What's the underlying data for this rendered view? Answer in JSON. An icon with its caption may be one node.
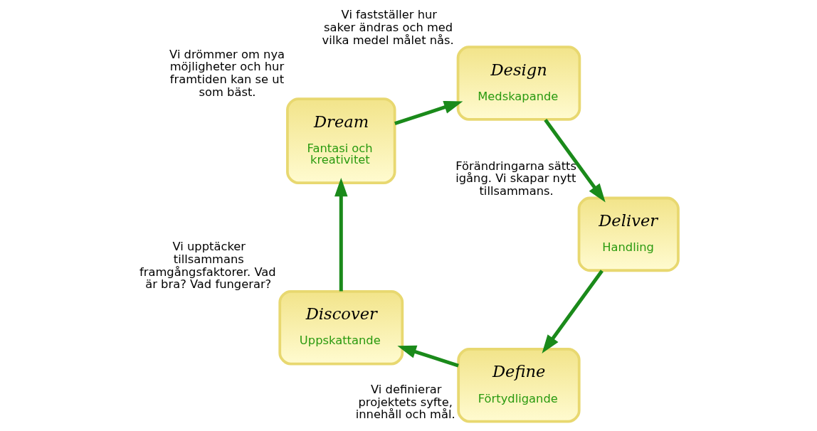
{
  "diagram": {
    "nodes": [
      {
        "text": [
          "Define",
          "Förtydligande"
        ],
        "beside": [
          "Vi definierar projektets syfte, innehåll och mål."
        ]
      },
      {
        "text": [
          "Discover",
          "Uppskattande"
        ],
        "beside": [
          "Vi upptäcker tillsammans framgångsfaktorer. Vad är bra? Vad fungerar?"
        ]
      },
      {
        "text": [
          "Dream",
          "Fantasi och kreativitet"
        ],
        "beside": [
          "Vi drömmer om nya möjligheter och hur framtiden kan se ut som bäst."
        ]
      },
      {
        "text": [
          "Design",
          "Medskapande"
        ],
        "beside": [
          "Vi fastställer hur saker ändras och med vilka medel målet nås."
        ]
      },
      {
        "text": [
          "Deliver",
          "Handling"
        ],
        "beside": [
          "Förändringarna sätts igång. Vi skapar nytt tillsammans."
        ]
      }
    ],
    "edges": [
      {
        "from": 0,
        "to": 1,
        "arrow": "to"
      },
      {
        "from": 1,
        "to": 2,
        "arrow": "to"
      },
      {
        "from": 2,
        "to": 3,
        "arrow": "to"
      },
      {
        "from": 3,
        "to": 4,
        "arrow": "to"
      },
      {
        "from": 4,
        "to": 0,
        "arrow": "to"
      }
    ]
  }
}
